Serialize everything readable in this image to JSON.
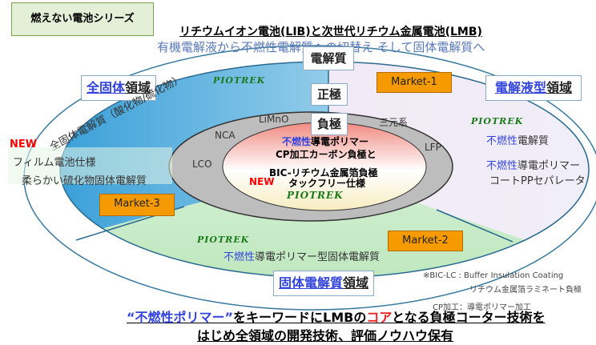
{
  "series_badge": "燃えない電池シリーズ",
  "title": "リチウムイオン電池(LIB)と次世代リチウム金属電池(LMB)",
  "subtitle": "有機電解液から不燃性電解質への切替え そして固体電解質へ",
  "labels": {
    "electrolyte": "電解質",
    "cathode": "正極",
    "anode": "負極"
  },
  "regions": {
    "solid_all": {
      "em": "全固体",
      "rest": "領域",
      "arc_text": "全固体電解質（酸化物/硫化物）"
    },
    "liquid": {
      "em": "電解液型",
      "rest": "領域"
    },
    "solid_electrolyte": {
      "em": "固体電解質",
      "rest": "領域"
    }
  },
  "markets": [
    "Market-1",
    "Market-2",
    "Market-3"
  ],
  "brand": "PIOTREK",
  "new_label": "NEW",
  "left_note": {
    "line1": "フィルム電池仕様",
    "line2": "柔らかい硫化物固体電解質"
  },
  "cathodes": [
    "LiMnO",
    "NCA",
    "LCO",
    "三元系",
    "LFP"
  ],
  "core": {
    "nonflam": "不燃性",
    "line1": "導電ポリマー",
    "line2": "CP加工カーボン負極と",
    "line3": "BIC-リチウム金属箔負極",
    "line4": "タックフリー仕様"
  },
  "liquid_items": {
    "nonflam": "不燃性",
    "item1": "電解質",
    "item2a": "導電ポリマー",
    "item2b": "コートPPセパレータ"
  },
  "green_item": {
    "nonflam": "不燃性",
    "rest": "導電ポリマー型固体電解質"
  },
  "footnotes": {
    "bic": "※BIC-LC : Buffer Insulation Coating",
    "bic2": "リチウム金属箔ラミネート負極",
    "cp": "CP加工：導電ポリマー加工"
  },
  "bottom": {
    "q1": "“不燃性ポリマー”",
    "p1": "をキーワードにLMBの",
    "core": "コア",
    "p2": "となる負極コーター技術を",
    "line2": "はじめ全領域の開発技術、評価ノウハウ保有"
  }
}
